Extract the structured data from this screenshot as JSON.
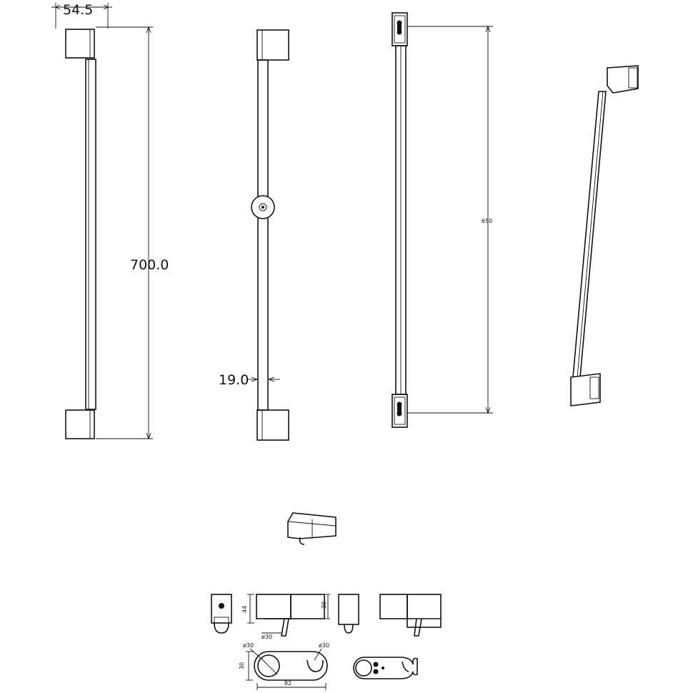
{
  "dimensions": {
    "width_top": "54.5",
    "height_total": "700.0",
    "depth_side": "19.0",
    "mount_distance": "650"
  },
  "holder_dimensions": {
    "height": "44",
    "clip_height": "30",
    "diameter_front": "ø30",
    "diameter_left": "ø30",
    "diameter_right": "ø30",
    "top_height": "30",
    "total_width": "82"
  },
  "colors": {
    "line": "#111111",
    "background": "#ffffff"
  }
}
